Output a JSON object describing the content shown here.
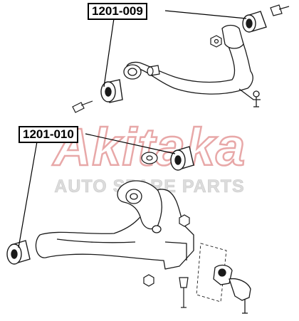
{
  "part_labels": {
    "upper_bushing": "1201-009",
    "lower_bushing": "1201-010"
  },
  "watermark": {
    "brand": "Akitaka",
    "tagline": "AUTO SPARE PARTS"
  },
  "colors": {
    "line": "#1a1a1a",
    "watermark_red": "#e8a8a8",
    "watermark_grey": "#d8d8d8",
    "label_border": "#000000"
  }
}
